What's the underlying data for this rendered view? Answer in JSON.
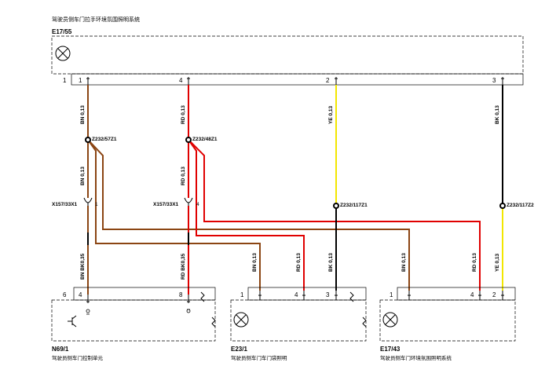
{
  "header": {
    "title": "驾驶员侧车门拉手环境氛围照明系统",
    "component_id": "E17/55"
  },
  "top_connector": {
    "box_pin": "1",
    "pins": [
      "1",
      "4",
      "2",
      "3"
    ]
  },
  "wires_top": [
    {
      "label": "BN 0,13",
      "color": "#8B4513"
    },
    {
      "label": "RD 0,13",
      "color": "#E00000"
    },
    {
      "label": "YE 0,13",
      "color": "#F2E600"
    },
    {
      "label": "BK 0,13",
      "color": "#000000"
    }
  ],
  "splices": {
    "s1": "Z232/57Z1",
    "s2": "Z232/48Z1",
    "s3": "Z232/117Z1",
    "s4": "Z232/117Z2"
  },
  "mid_labels": {
    "bn": "BN 0,13",
    "rd": "RD 0,13",
    "conn_left": "X157/33X1",
    "conn_left_pin": "1",
    "conn_mid": "X157/33X1",
    "conn_mid_pin": "4",
    "bn_bk": "BN BK0,35",
    "rd_bk": "RD BK0,35"
  },
  "lower_wire_labels": {
    "e23_bn": "BN 0,13",
    "e23_rd": "RD 0,13",
    "e23_bk": "BK 0,13",
    "e17_bn": "BN 0,13",
    "e17_rd": "RD 0,13",
    "e17_ye": "YE 0,13"
  },
  "components": {
    "n69": {
      "id": "N69/1",
      "name": "驾驶员侧车门控制单元",
      "box_pin_left": "6",
      "pin_a": "4",
      "pin_b": "8"
    },
    "e23": {
      "id": "E23/1",
      "name": "驾驶员侧车门车门袋照明",
      "box_pin": "1",
      "pin_a": "4",
      "pin_b": "3"
    },
    "e17": {
      "id": "E17/43",
      "name": "驾驶员侧车门环境氛围照明系统",
      "box_pin": "1",
      "pin_a": "4",
      "pin_b": "2"
    }
  }
}
